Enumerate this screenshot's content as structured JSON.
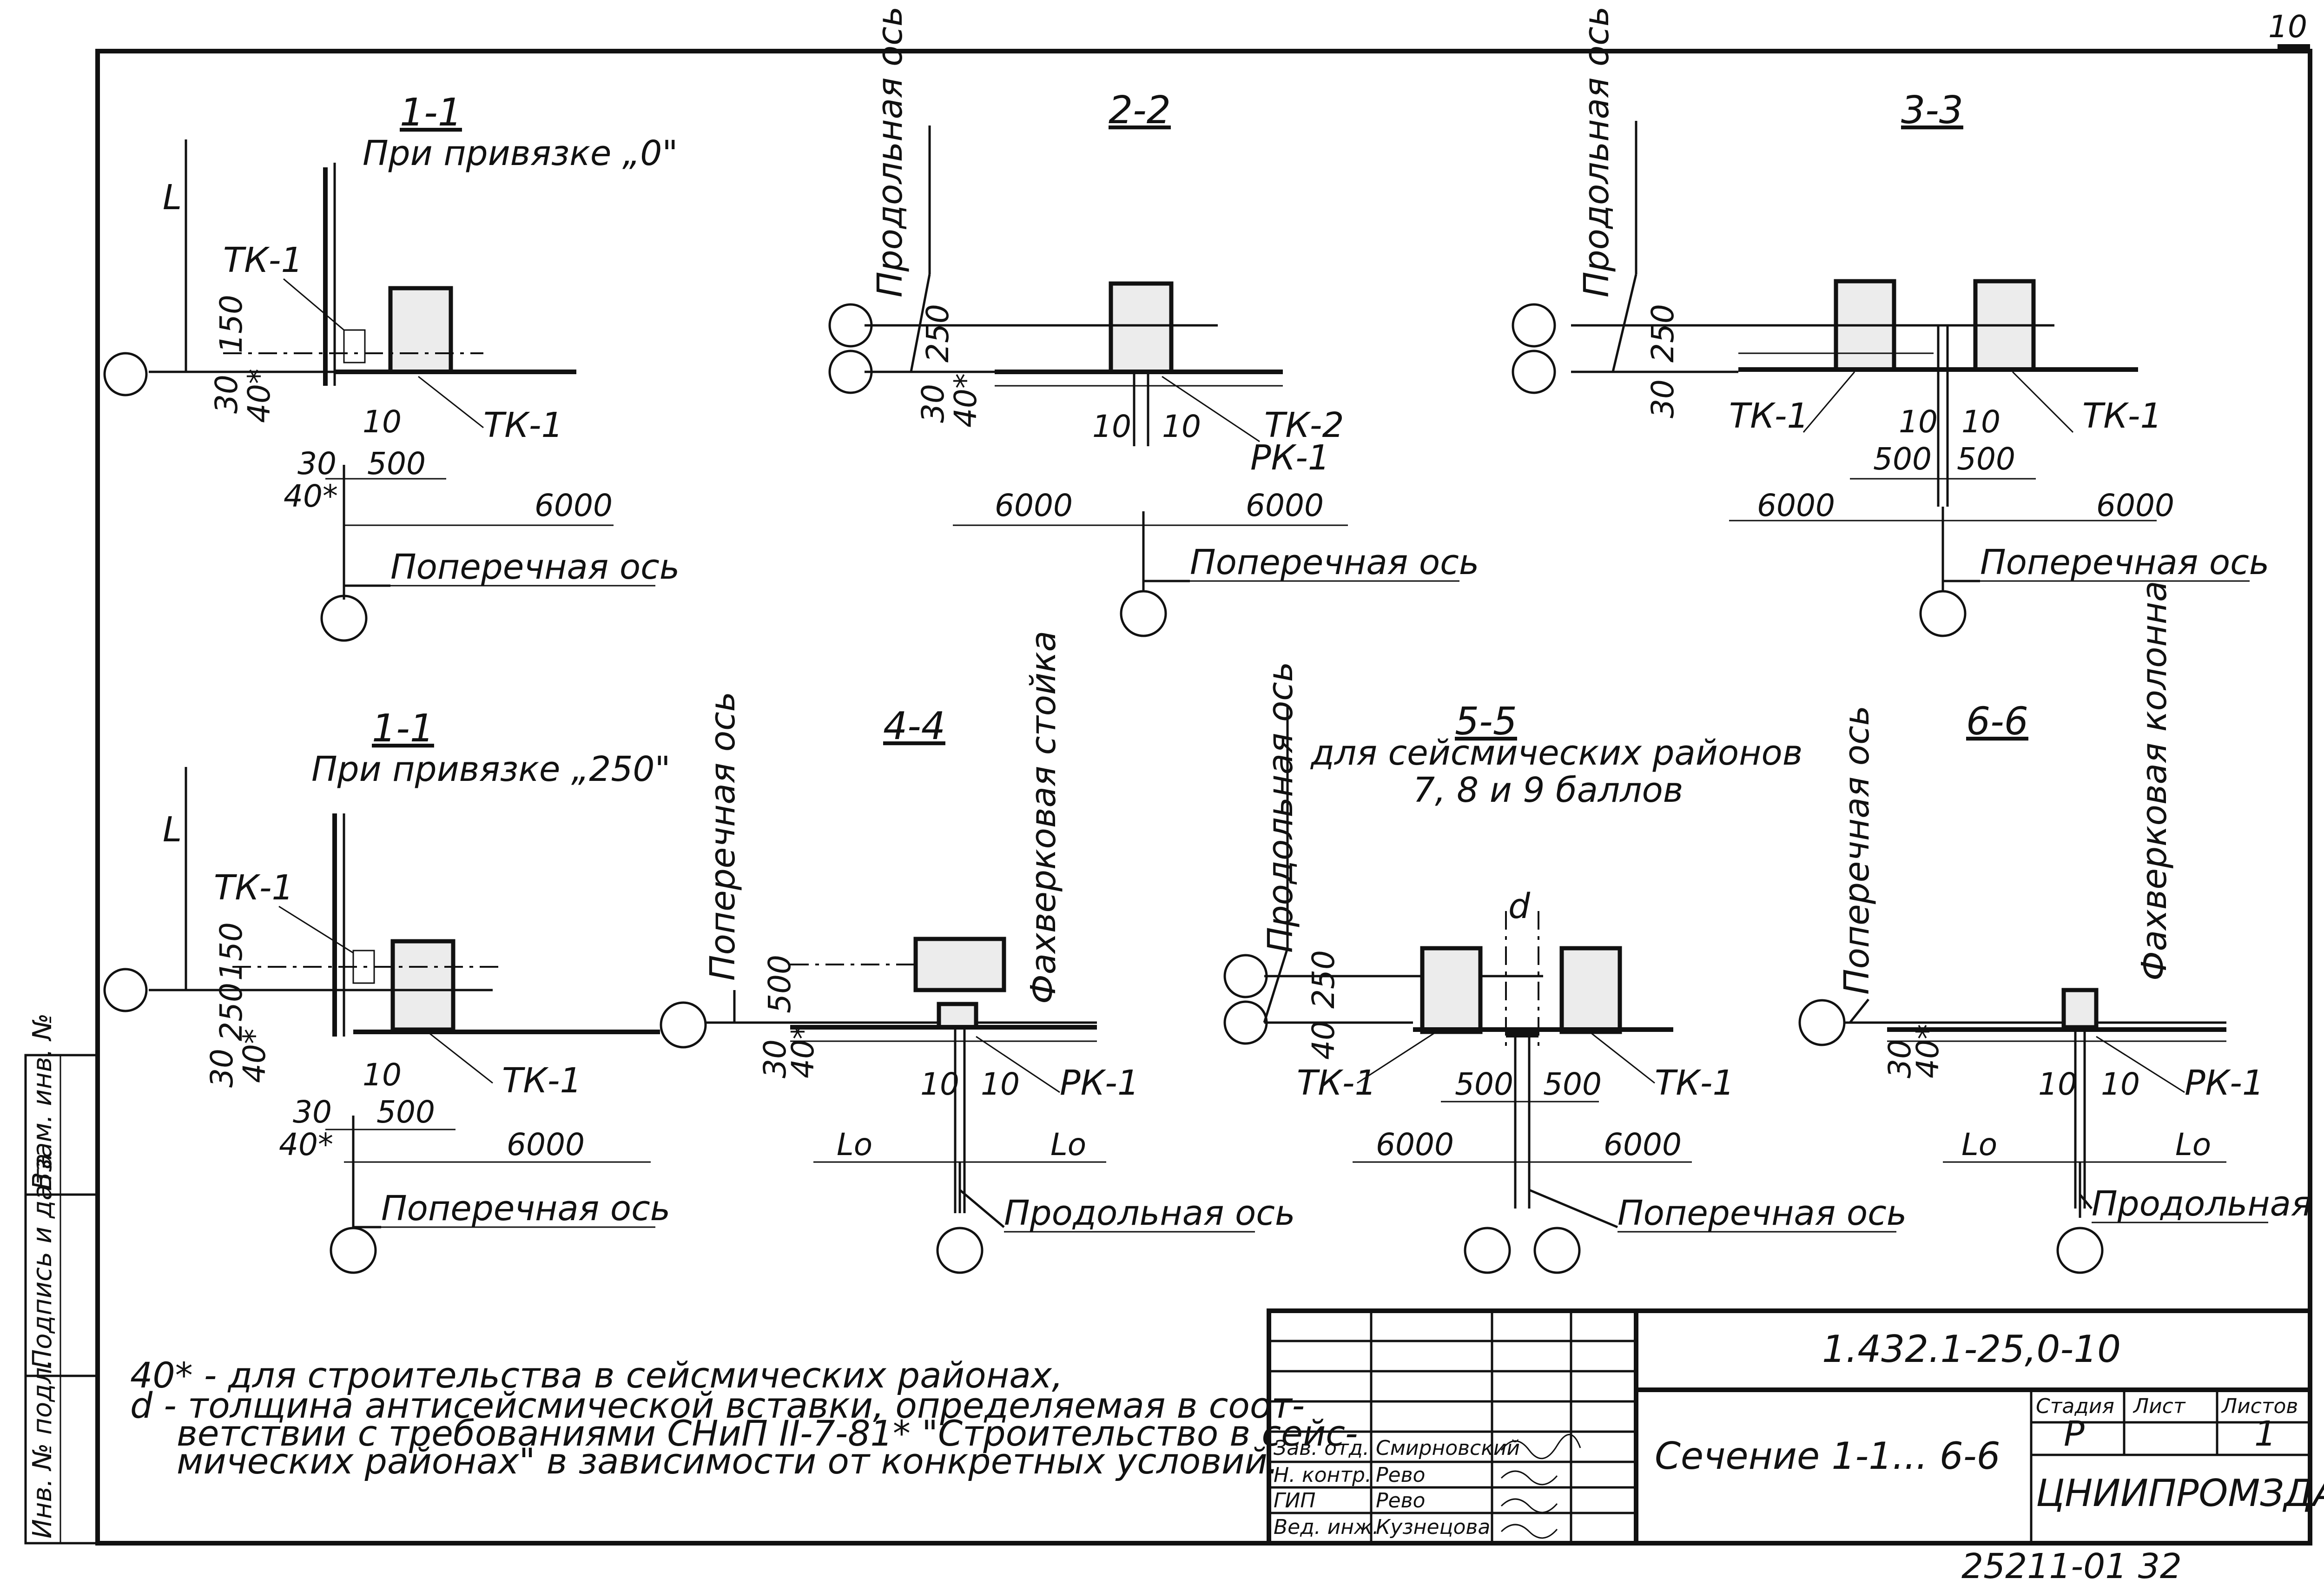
{
  "sheet_marks": {
    "corner": "10"
  },
  "labels": {
    "tk1": "ТК-1",
    "tk2": "ТК-2",
    "pk1": "РК-1",
    "l": "L",
    "lo": "Lо",
    "d": "d",
    "star40": "40*"
  },
  "sections": {
    "s11a": {
      "title": "1-1",
      "subtitle": "При привязке „0\"",
      "axis": "Поперечная ось",
      "dims": {
        "d150": "150",
        "d30": "30",
        "d10": "10",
        "d500": "500",
        "d6000": "6000"
      }
    },
    "s22": {
      "title": "2-2",
      "axis_top": "Продольная ось",
      "axis": "Поперечная ось",
      "dims": {
        "d250": "250",
        "d30": "30",
        "d10": "10",
        "d6000": "6000"
      }
    },
    "s33": {
      "title": "3-3",
      "axis_top": "Продольная ось",
      "axis": "Поперечная ось",
      "dims": {
        "d250": "250",
        "d30": "30",
        "d10": "10",
        "d500": "500",
        "d6000": "6000"
      }
    },
    "s11b": {
      "title": "1-1",
      "subtitle": "При привязке „250\"",
      "axis": "Поперечная ось",
      "dims": {
        "d150": "150",
        "d250": "250",
        "d30": "30",
        "d10": "10",
        "d500": "500",
        "d6000": "6000"
      }
    },
    "s44": {
      "title": "4-4",
      "axis_side": "Поперечная ось",
      "post": "Фахверковая стойка",
      "axis": "Продольная ось",
      "dims": {
        "d500": "500",
        "d30": "30",
        "d10": "10"
      }
    },
    "s55": {
      "title": "5-5",
      "subtitle1": "для сейсмических районов",
      "subtitle2": "7, 8 и 9 баллов",
      "axis_side": "Продольная ось",
      "axis": "Поперечная ось",
      "dims": {
        "d250": "250",
        "d40": "40",
        "d500": "500",
        "d6000": "6000"
      }
    },
    "s66": {
      "title": "6-6",
      "axis_side": "Поперечная ось",
      "post": "Фахверковая колонна",
      "axis": "Продольная ось",
      "dims": {
        "d30": "30",
        "d10": "10"
      }
    }
  },
  "notes": {
    "n1": "40* - для строительства в сейсмических районах,",
    "n2a": "d - толщина антисейсмической вставки, определяемая в соот-",
    "n2b": "ветствии с требованиями СНиП II-7-81* \"Строительство в сейс-",
    "n2c": "мических районах\" в зависимости от конкретных условий."
  },
  "title_block": {
    "doc_code": "1.432.1-25,0-10",
    "sheet_name": "Сечение 1-1... 6-6",
    "stage_h": "Стадия",
    "sheet_h": "Лист",
    "sheets_h": "Листов",
    "stage": "Р",
    "sheet": "",
    "sheets": "1",
    "org": "ЦНИИПРОМЗДАНИЙ",
    "rows": [
      {
        "role": "Зав. отд.",
        "name": "Смирновский"
      },
      {
        "role": "Н. контр.",
        "name": "Рево"
      },
      {
        "role": "ГИП",
        "name": "Рево"
      },
      {
        "role": "Вед. инж.",
        "name": "Кузнецова"
      }
    ],
    "stamp": "25211-01   32"
  },
  "side_strip": {
    "c1": "Инв. № подл.",
    "c2": "Подпись и дата",
    "c3": "Взам. инв. №"
  }
}
